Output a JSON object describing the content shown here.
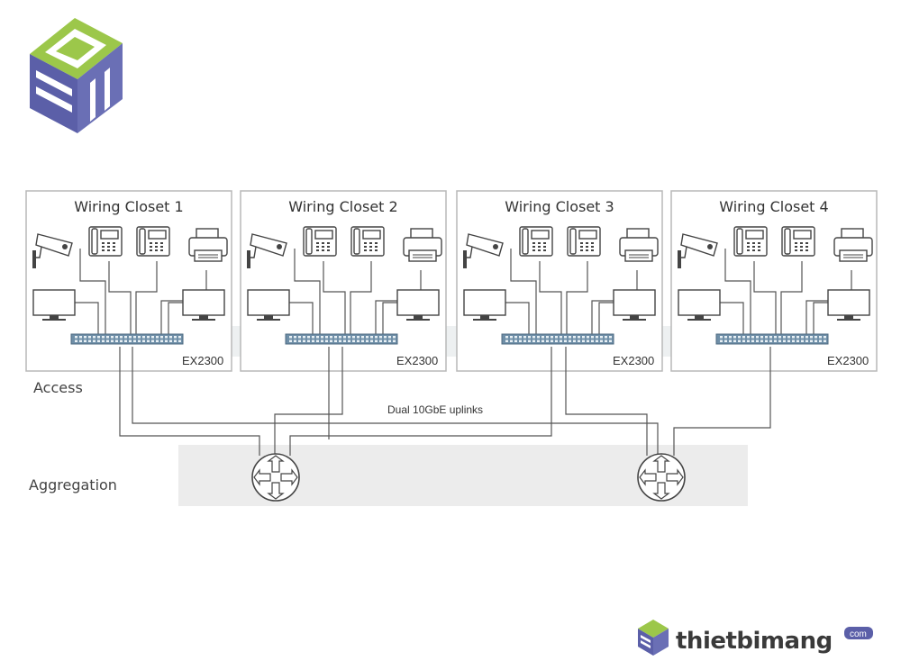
{
  "closets": [
    {
      "title": "Wiring Closet 1",
      "switch_model": "EX2300"
    },
    {
      "title": "Wiring Closet 2",
      "switch_model": "EX2300"
    },
    {
      "title": "Wiring Closet 3",
      "switch_model": "EX2300"
    },
    {
      "title": "Wiring Closet 4",
      "switch_model": "EX2300"
    }
  ],
  "layers": {
    "access": "Access",
    "aggregation": "Aggregation"
  },
  "uplink_label": "Dual 10GbE uplinks",
  "brand": {
    "name": "thietbimang",
    "suffix": "com"
  },
  "colors": {
    "logo_green": "#9cc74a",
    "logo_purple": "#5b5fa8",
    "switch_blue": "#6f8fa8",
    "band_gray": "#ececec"
  },
  "icons": [
    "logo-cube-icon",
    "camera-icon",
    "ip-phone-icon",
    "printer-icon",
    "monitor-icon",
    "switch-icon",
    "router-icon"
  ]
}
